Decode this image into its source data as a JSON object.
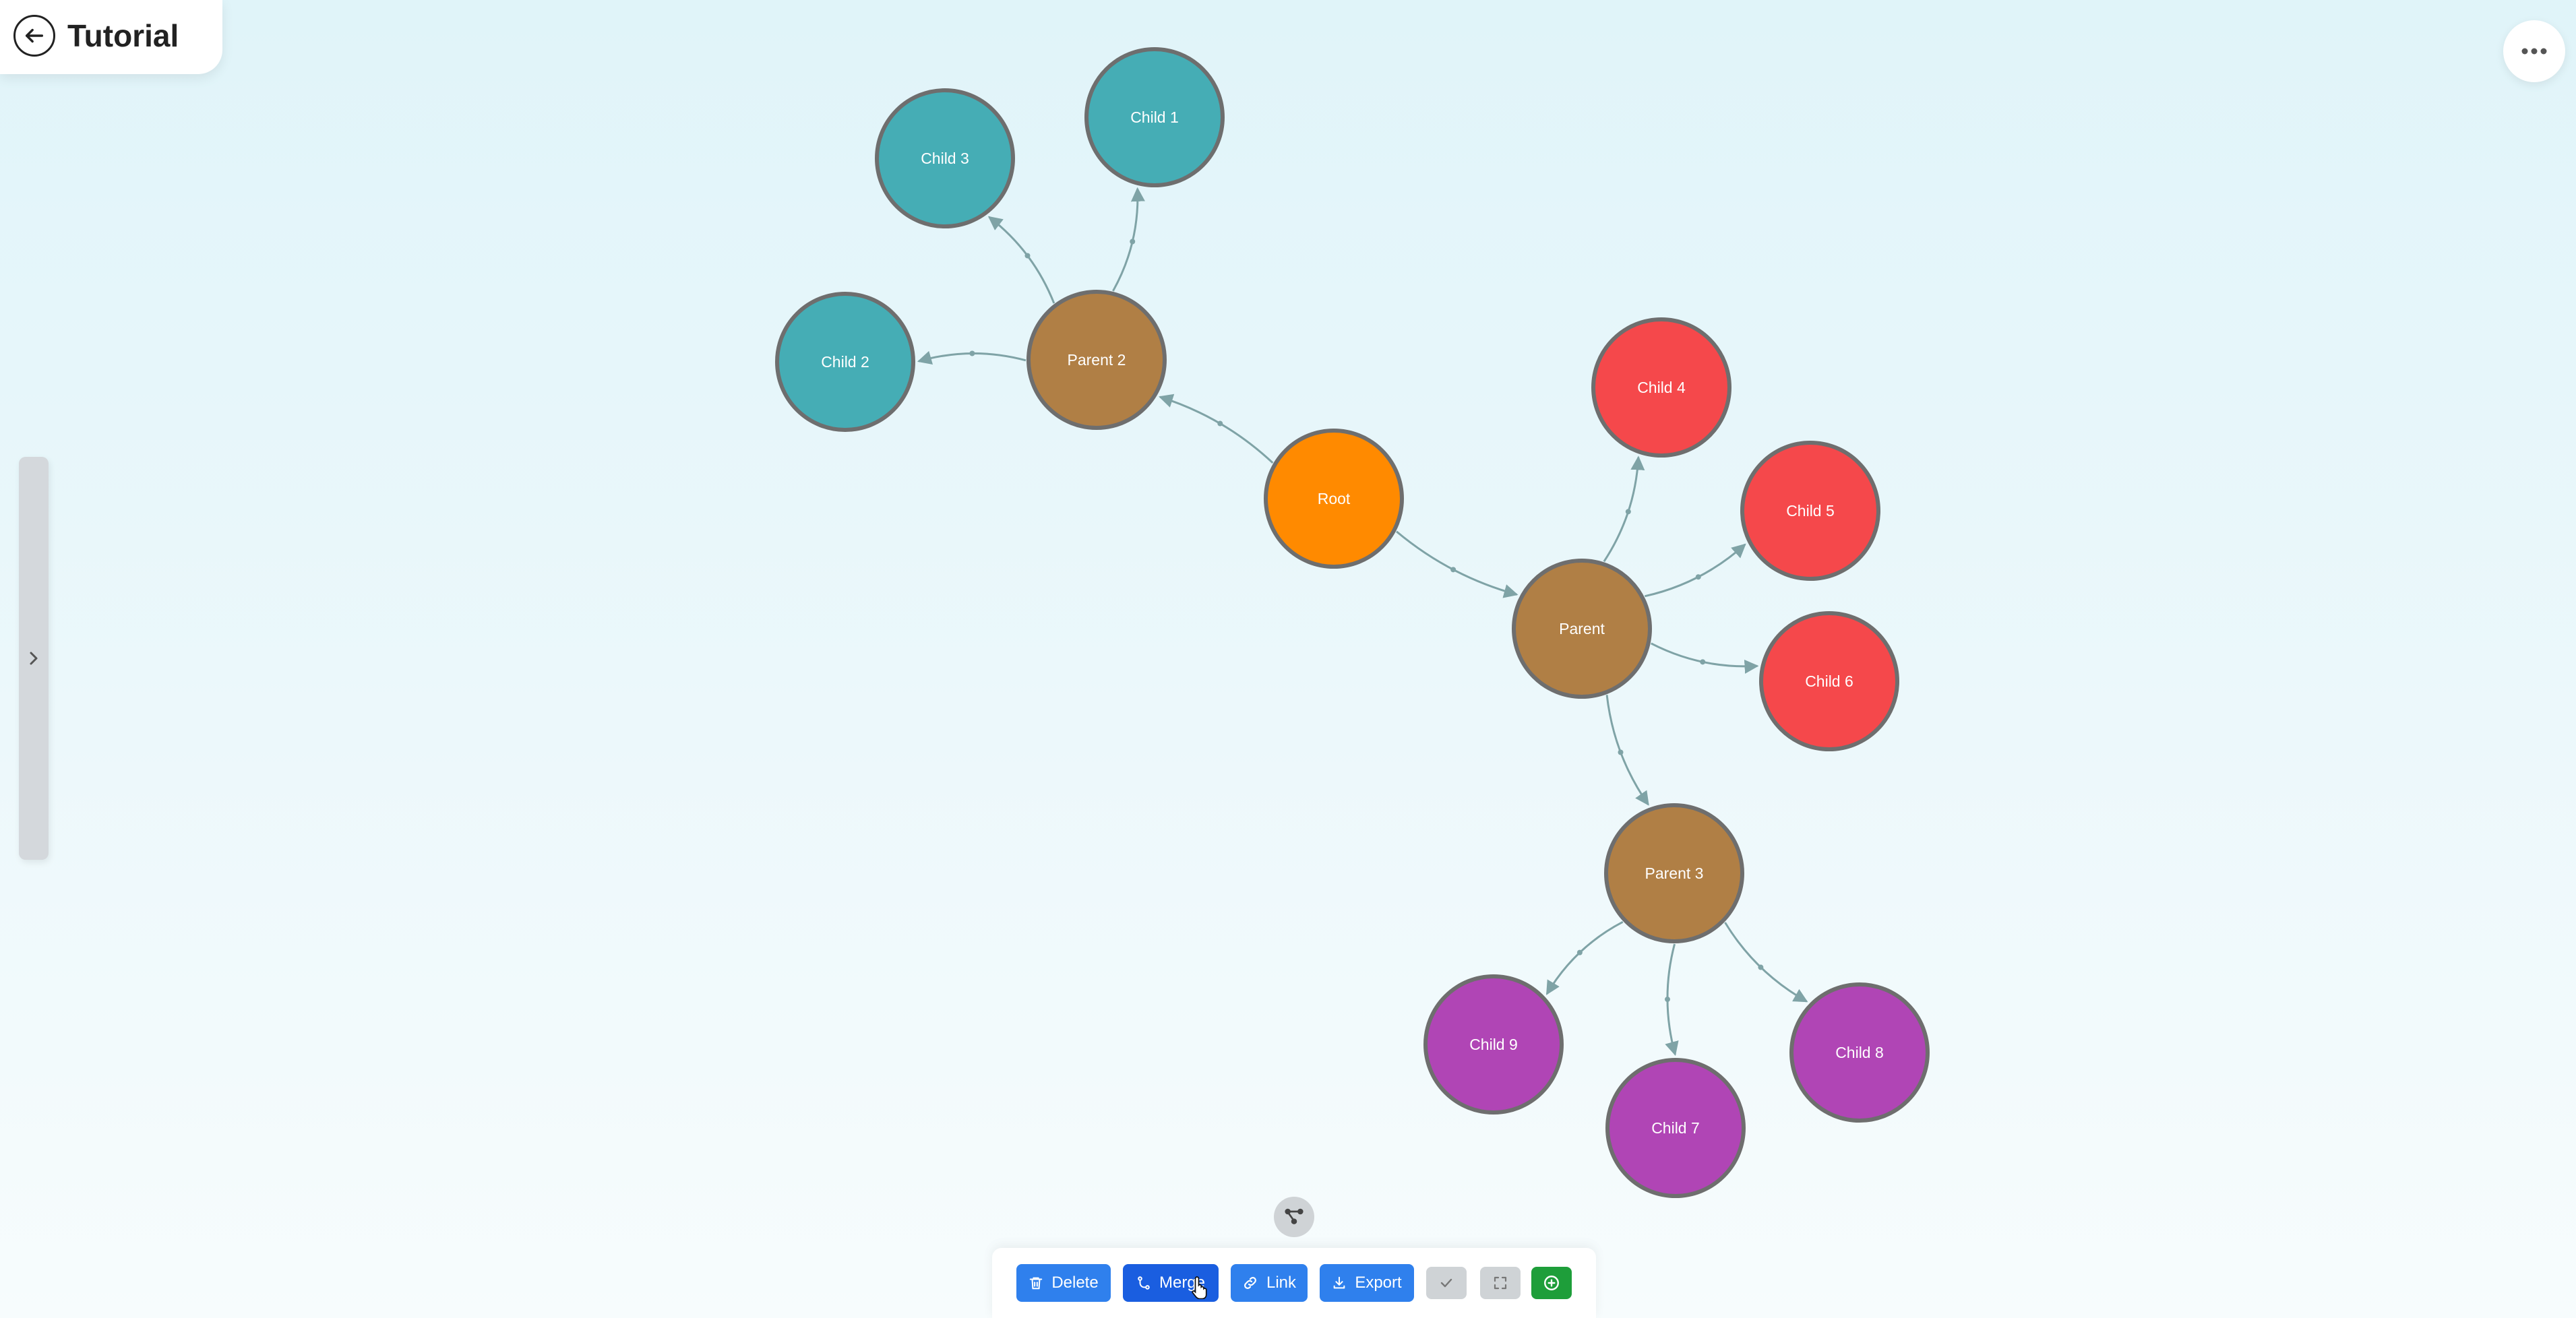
{
  "header": {
    "title": "Tutorial",
    "back_icon": "arrow-left-icon"
  },
  "more_menu": {
    "icon": "ellipsis-icon"
  },
  "side_panel": {
    "icon": "chevron-right-icon"
  },
  "graph": {
    "nodes": [
      {
        "id": "root",
        "label": "Root",
        "color": "#ff8a00"
      },
      {
        "id": "parent",
        "label": "Parent",
        "color": "#b07f45"
      },
      {
        "id": "parent2",
        "label": "Parent 2",
        "color": "#b07f45"
      },
      {
        "id": "parent3",
        "label": "Parent 3",
        "color": "#b07f45"
      },
      {
        "id": "child1",
        "label": "Child 1",
        "color": "#45adb5"
      },
      {
        "id": "child2",
        "label": "Child 2",
        "color": "#45adb5"
      },
      {
        "id": "child3",
        "label": "Child 3",
        "color": "#45adb5"
      },
      {
        "id": "child4",
        "label": "Child 4",
        "color": "#f5484b"
      },
      {
        "id": "child5",
        "label": "Child 5",
        "color": "#f5484b"
      },
      {
        "id": "child6",
        "label": "Child 6",
        "color": "#f5484b"
      },
      {
        "id": "child7",
        "label": "Child 7",
        "color": "#b045b5"
      },
      {
        "id": "child8",
        "label": "Child 8",
        "color": "#b045b5"
      },
      {
        "id": "child9",
        "label": "Child 9",
        "color": "#b045b5"
      }
    ],
    "edges": [
      {
        "from": "root",
        "to": "parent2"
      },
      {
        "from": "root",
        "to": "parent"
      },
      {
        "from": "parent2",
        "to": "child1"
      },
      {
        "from": "parent2",
        "to": "child3"
      },
      {
        "from": "parent2",
        "to": "child2"
      },
      {
        "from": "parent",
        "to": "child4"
      },
      {
        "from": "parent",
        "to": "child5"
      },
      {
        "from": "parent",
        "to": "child6"
      },
      {
        "from": "parent",
        "to": "parent3"
      },
      {
        "from": "parent3",
        "to": "child9"
      },
      {
        "from": "parent3",
        "to": "child7"
      },
      {
        "from": "parent3",
        "to": "child8"
      }
    ],
    "edge_color": "#7fa3a6",
    "node_border_color": "#6e6e6e"
  },
  "layout_toggle": {
    "icon": "graph-layout-icon"
  },
  "toolbar": {
    "delete_label": "Delete",
    "delete_icon": "trash-icon",
    "merge_label": "Merge",
    "merge_icon": "merge-icon",
    "link_label": "Link",
    "link_icon": "link-icon",
    "export_label": "Export",
    "export_icon": "download-icon",
    "confirm_icon": "check-icon",
    "fullscreen_icon": "expand-icon",
    "add_icon": "plus-circle-icon",
    "primary_color": "#2f80ed",
    "active_color": "#1a5ee0",
    "add_color": "#1e9e3a"
  }
}
